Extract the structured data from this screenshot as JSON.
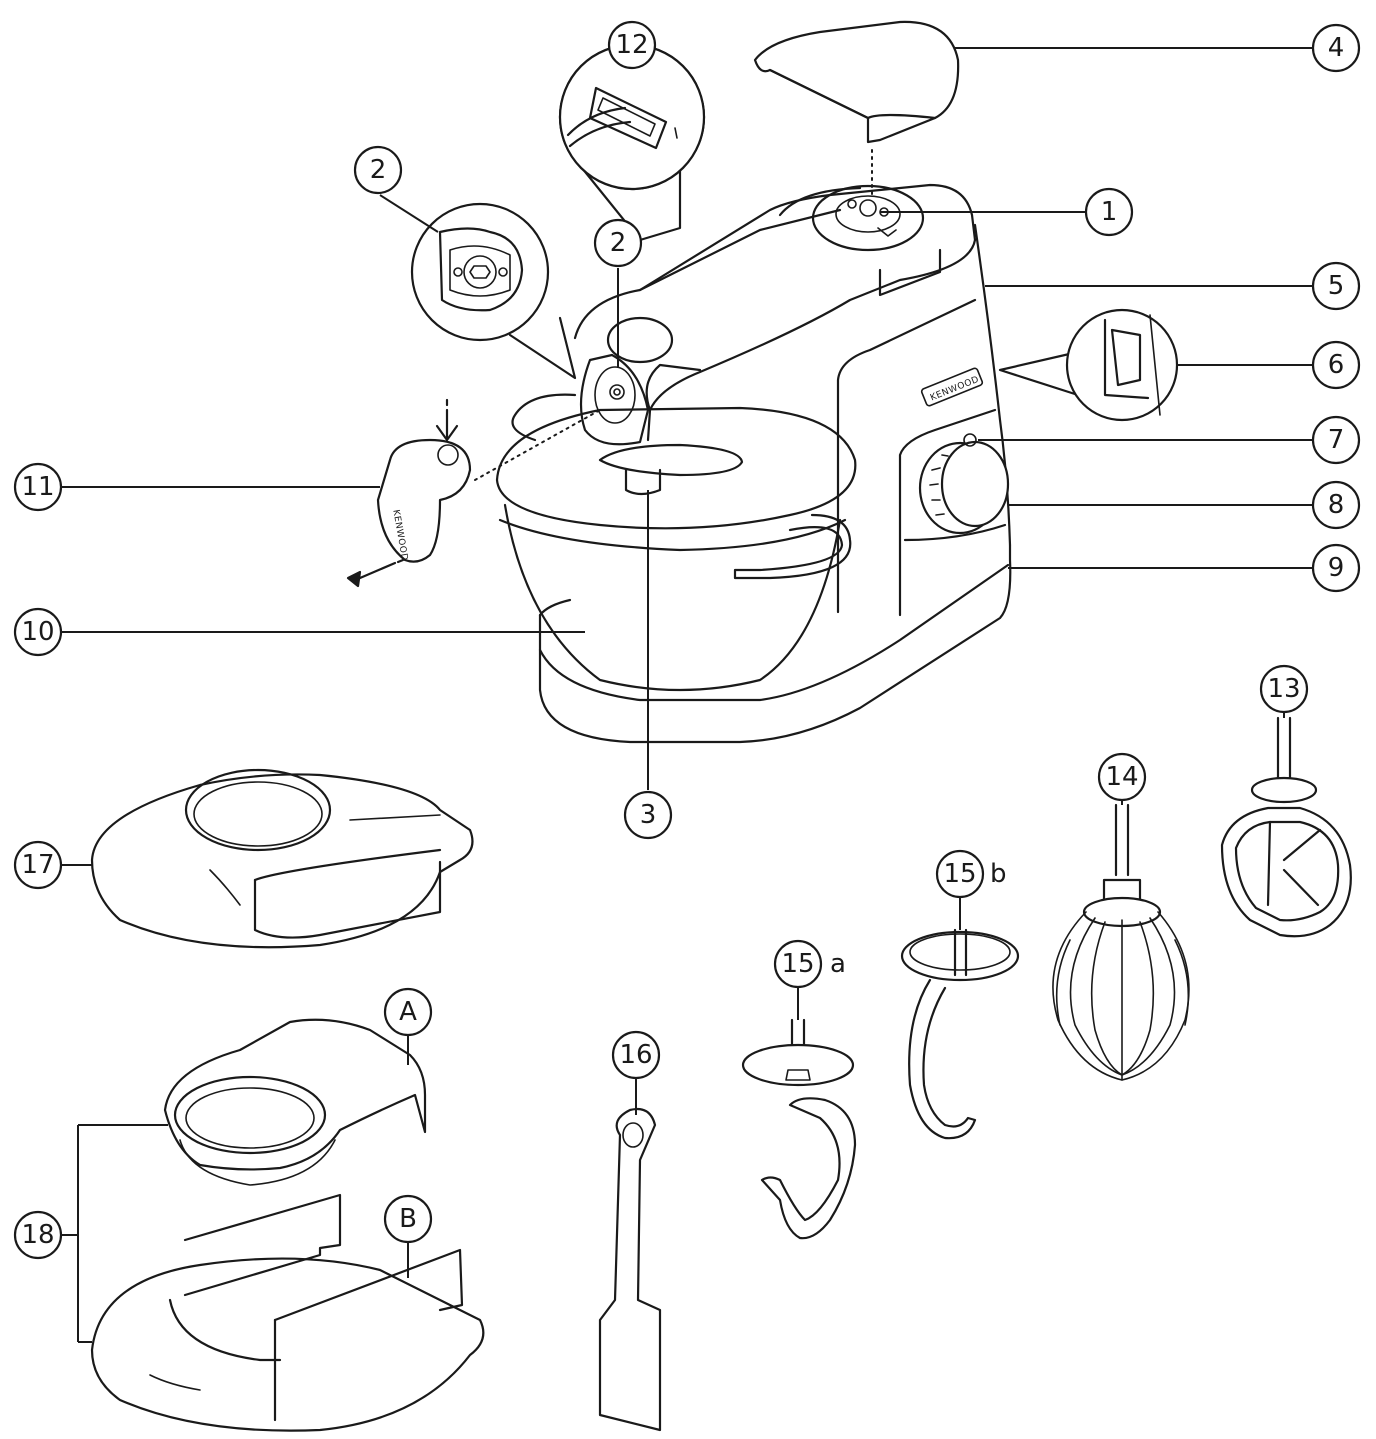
{
  "colors": {
    "line": "#1a1a1a",
    "background": "#ffffff"
  },
  "brand_mark": "KENWOOD",
  "callouts": {
    "c1": "1",
    "c2_detail": "2",
    "c2": "2",
    "c3": "3",
    "c4": "4",
    "c5": "5",
    "c6": "6",
    "c7": "7",
    "c8": "8",
    "c9": "9",
    "c10": "10",
    "c11": "11",
    "c12": "12",
    "c13": "13",
    "c14": "14",
    "c15a": "15",
    "c15a_suffix": "a",
    "c15b": "15",
    "c15b_suffix": "b",
    "c16": "16",
    "c17": "17",
    "c18": "18",
    "cA": "A",
    "cB": "B"
  }
}
